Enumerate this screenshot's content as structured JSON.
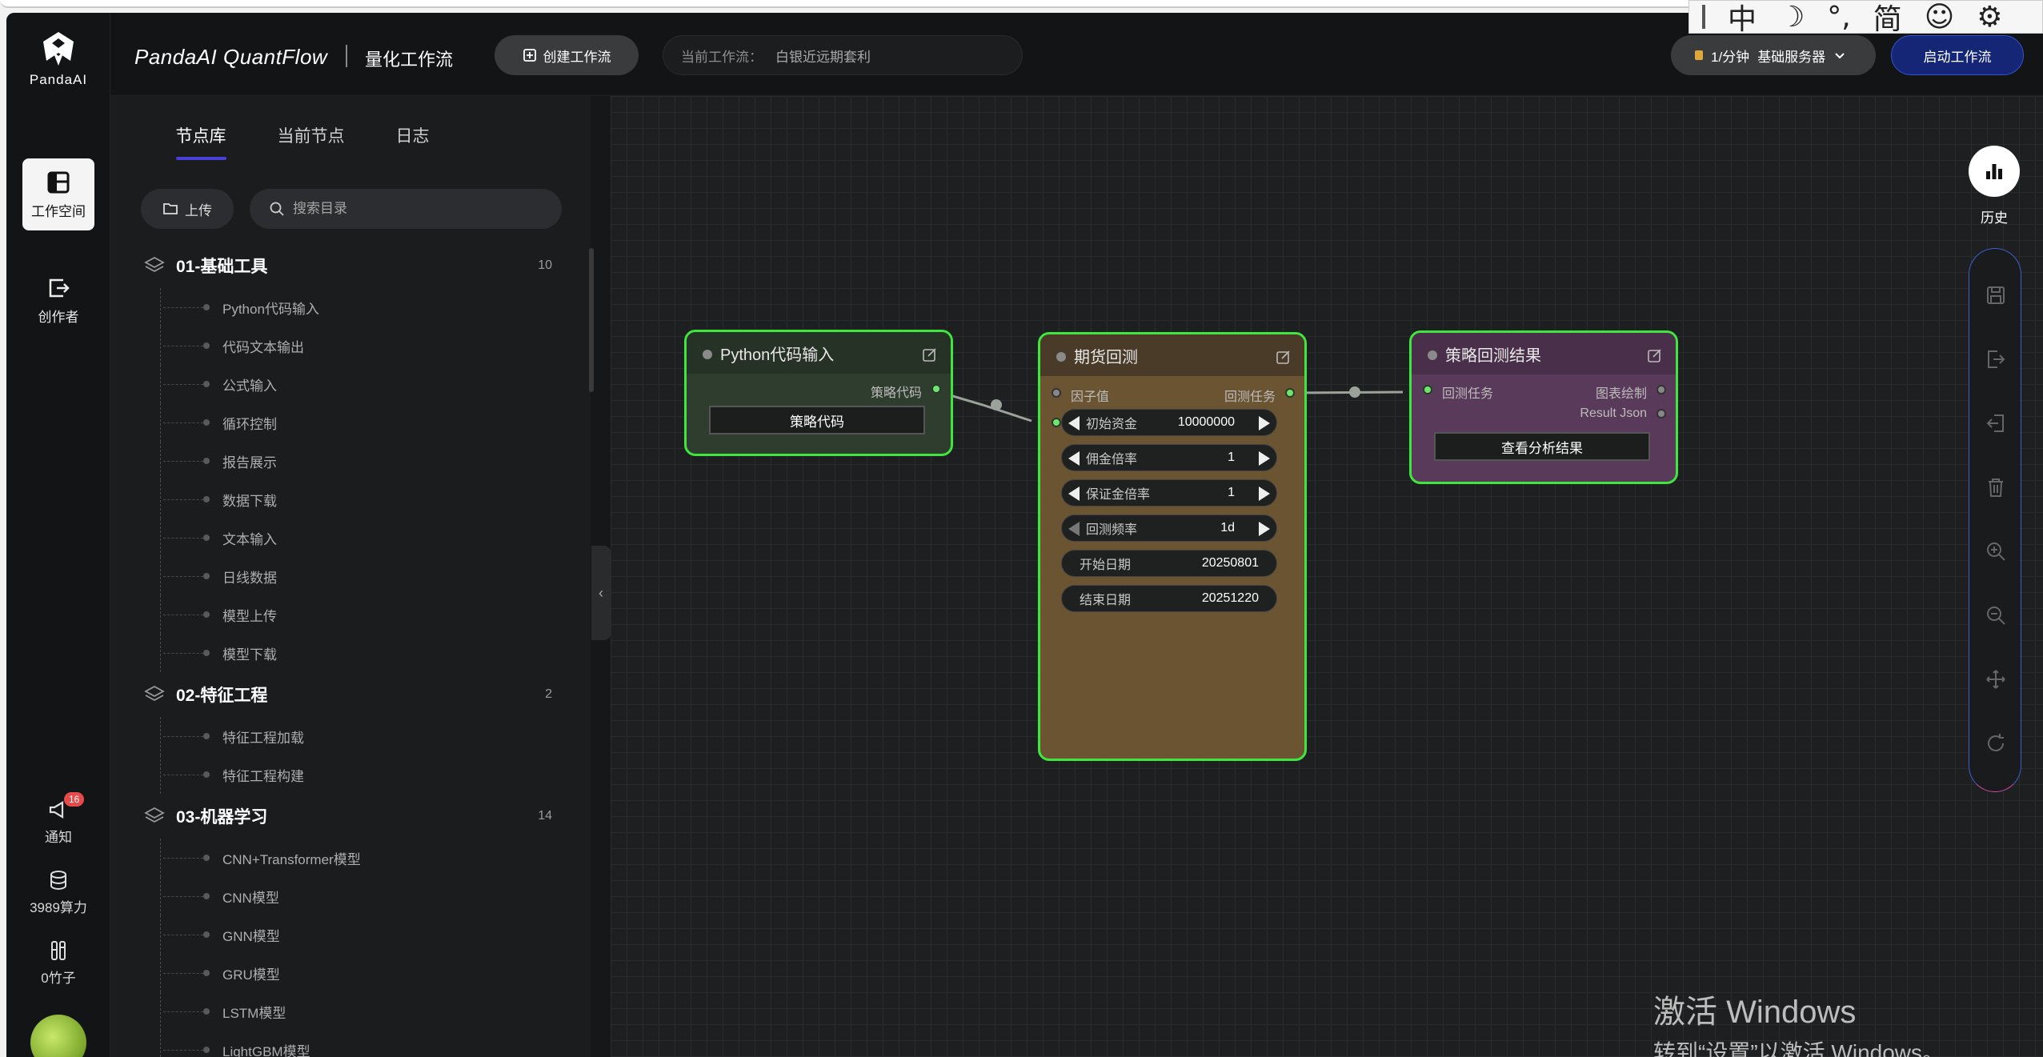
{
  "rail": {
    "logo_text": "PandaAI",
    "workspace": "工作空间",
    "creator": "创作者",
    "notify": "通知",
    "notify_badge": "16",
    "compute": "3989算力",
    "bamboo": "0竹子"
  },
  "header": {
    "brand": "PandaAI QuantFlow",
    "subtitle": "量化工作流",
    "create_btn": "创建工作流",
    "current_label": "当前工作流：",
    "current_value": "白银近远期套利",
    "server_rate": "1/分钟",
    "server_name": "基础服务器",
    "start_btn": "启动工作流"
  },
  "ime": {
    "lang": "中",
    "punct": "°,",
    "script": "简"
  },
  "panel": {
    "tabs": [
      "节点库",
      "当前节点",
      "日志"
    ],
    "upload": "上传",
    "search_placeholder": "搜索目录",
    "categories": [
      {
        "name": "01-基础工具",
        "count": "10",
        "items": [
          "Python代码输入",
          "代码文本输出",
          "公式输入",
          "循环控制",
          "报告展示",
          "数据下载",
          "文本输入",
          "日线数据",
          "模型上传",
          "模型下载"
        ]
      },
      {
        "name": "02-特征工程",
        "count": "2",
        "items": [
          "特征工程加载",
          "特征工程构建"
        ]
      },
      {
        "name": "03-机器学习",
        "count": "14",
        "items": [
          "CNN+Transformer模型",
          "CNN模型",
          "GNN模型",
          "GRU模型",
          "LSTM模型",
          "LightGBM模型"
        ]
      }
    ]
  },
  "nodes": {
    "python": {
      "title": "Python代码输入",
      "out": "策略代码",
      "btn": "策略代码"
    },
    "backtest": {
      "title": "期货回测",
      "in": "因子值",
      "out": "回测任务",
      "w1_label": "初始资金",
      "w1_value": "10000000",
      "w2_label": "佣金倍率",
      "w2_value": "1",
      "w3_label": "保证金倍率",
      "w3_value": "1",
      "w4_label": "回测频率",
      "w4_value": "1d",
      "w5_label": "开始日期",
      "w5_value": "20250801",
      "w6_label": "结束日期",
      "w6_value": "20251220"
    },
    "result": {
      "title": "策略回测结果",
      "in": "回测任务",
      "out1": "图表绘制",
      "out2": "Result Json",
      "btn": "查看分析结果"
    }
  },
  "tools": {
    "history": "历史"
  },
  "watermark": {
    "line1": "激活 Windows",
    "line2": "转到“设置”以激活 Windows。"
  },
  "colors": {
    "accent": "#4a3fd9",
    "node_border": "#3ee63e",
    "start_btn": "#142675"
  }
}
